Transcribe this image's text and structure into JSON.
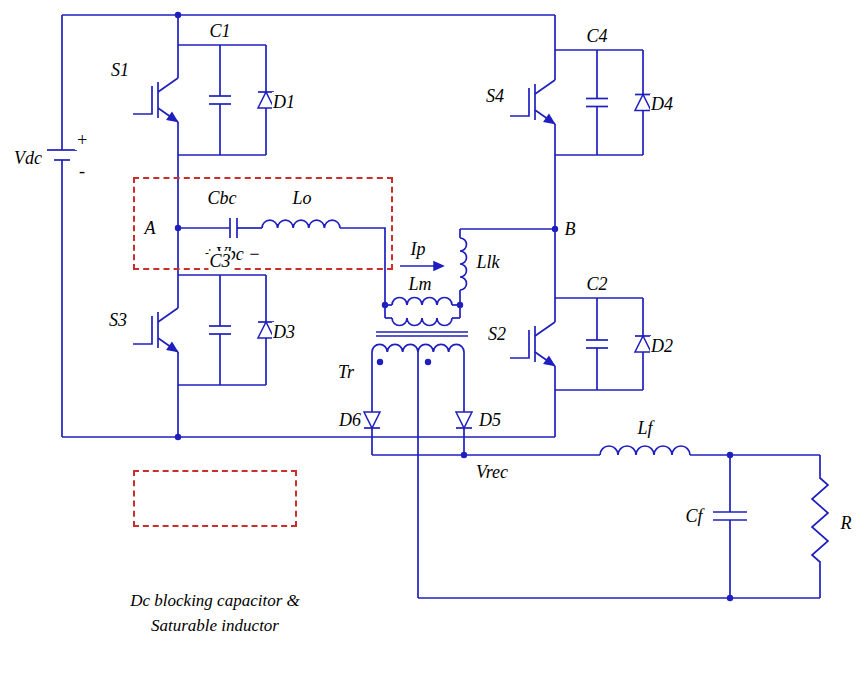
{
  "diagram": {
    "nodes": [
      {
        "text": [
          "A",
          "Cbc",
          "Lo",
          "+Vbc −"
        ]
      }
    ],
    "labels": [
      "S1",
      "C1",
      "D1",
      "S4",
      "C4",
      "D4",
      "Vdc",
      "+",
      "-",
      "Ip",
      "Llk",
      "B",
      "Lm",
      "S3",
      "C3",
      "D3",
      "S2",
      "C2",
      "D2",
      "Tr",
      "D6",
      "D5",
      "Vrec",
      "Lf",
      "Cf",
      "R"
    ],
    "legend": [
      {
        "text": "Dc blocking capacitor & Saturable inductor"
      }
    ]
  }
}
